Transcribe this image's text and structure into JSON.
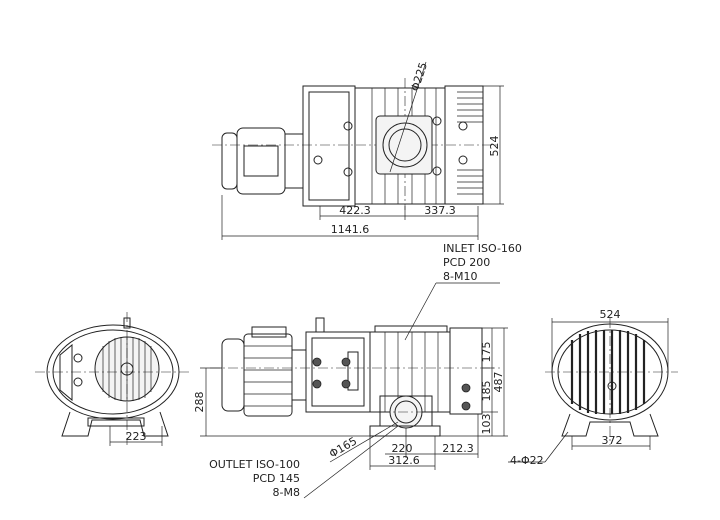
{
  "dims": {
    "top_width_524": "524",
    "top_diameter_225": "Φ225",
    "top_len_422": "422.3",
    "top_len_337": "337.3",
    "top_len_1141": "1141.6",
    "left_width_223": "223",
    "front_height_288": "288",
    "front_diameter_165": "Φ165",
    "front_len_220": "220",
    "front_len_212": "212.3",
    "front_len_312": "312.6",
    "front_h_175": "175",
    "front_h_185": "185",
    "front_h_487": "487",
    "front_h_103": "103",
    "right_width_524": "524",
    "right_width_372": "372",
    "right_holes": "4-Φ22"
  },
  "notes": {
    "inlet": [
      "INLET ISO-160",
      "PCD 200",
      "8-M10"
    ],
    "outlet": [
      "OUTLET ISO-100",
      "PCD 145",
      "8-M8"
    ]
  }
}
